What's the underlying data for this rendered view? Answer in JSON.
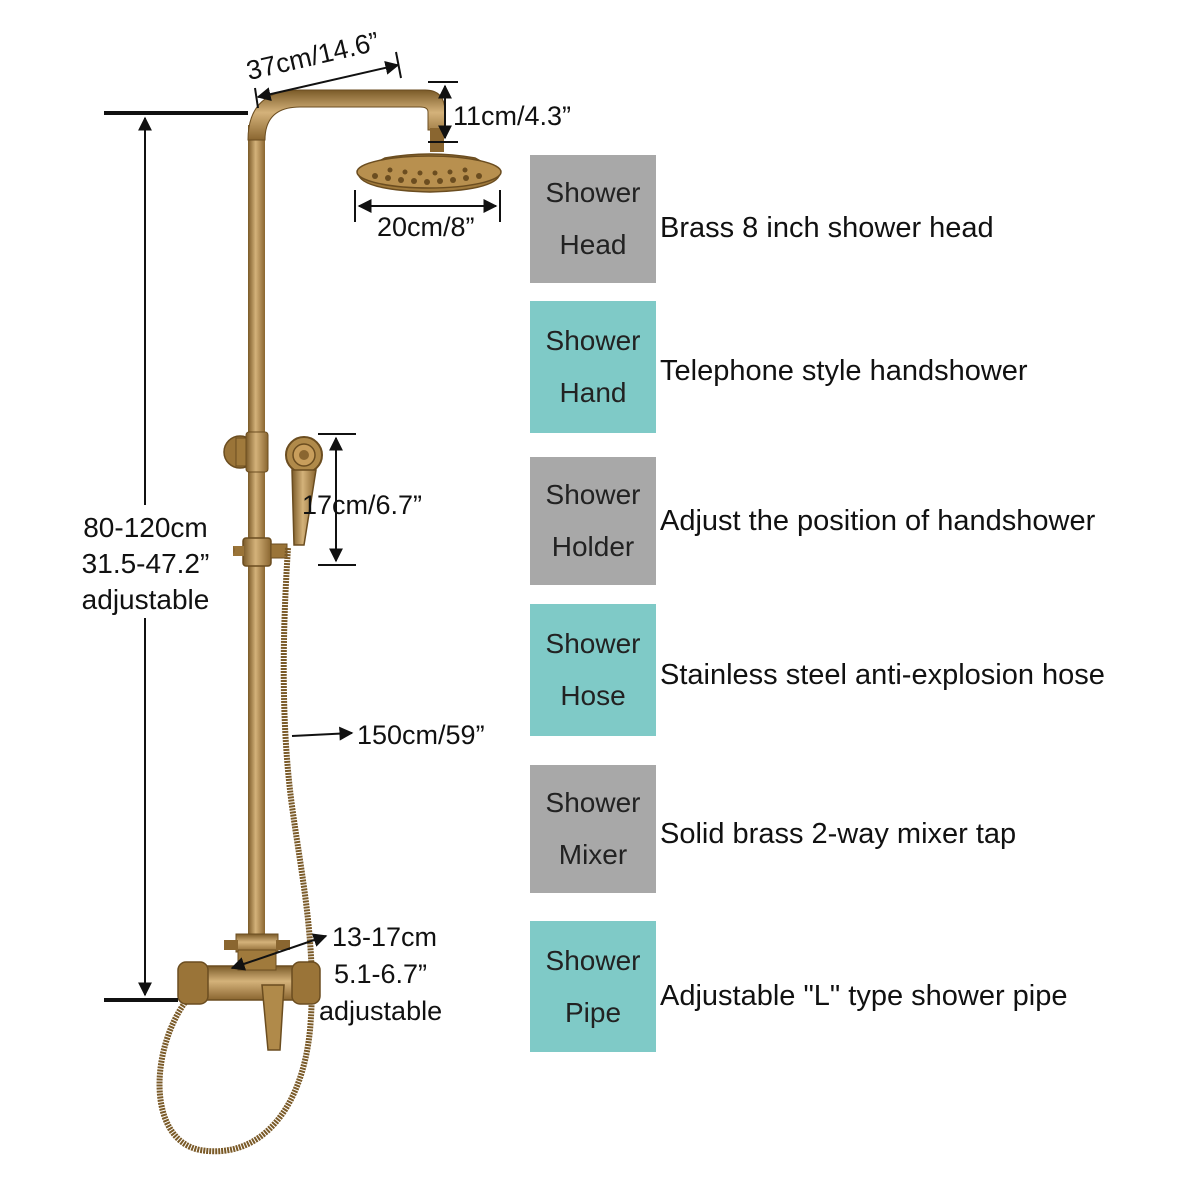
{
  "dimensions": {
    "arm_length": "37cm/14.6”",
    "head_drop": "11cm/4.3”",
    "head_diameter": "20cm/8”",
    "handshower_length": "17cm/6.7”",
    "hose_length": "150cm/59”",
    "height_line1": "80-120cm",
    "height_line2": "31.5-47.2”",
    "height_line3": "adjustable",
    "spacing_line1": "13-17cm",
    "spacing_line2": "5.1-6.7”",
    "spacing_line3": "adjustable"
  },
  "parts": [
    {
      "label_line1": "Shower",
      "label_line2": "Head",
      "description": "Brass 8 inch shower head",
      "color": "#a8a8a8"
    },
    {
      "label_line1": "Shower",
      "label_line2": "Hand",
      "description": "Telephone style handshower",
      "color": "#7fcac7"
    },
    {
      "label_line1": "Shower",
      "label_line2": "Holder",
      "description": "Adjust the position of handshower",
      "color": "#a8a8a8"
    },
    {
      "label_line1": "Shower",
      "label_line2": "Hose",
      "description": "Stainless steel anti-explosion hose",
      "color": "#7fcac7"
    },
    {
      "label_line1": "Shower",
      "label_line2": "Mixer",
      "description": "Solid brass 2-way mixer tap",
      "color": "#a8a8a8"
    },
    {
      "label_line1": "Shower",
      "label_line2": "Pipe",
      "description": "Adjustable \"L\" type shower pipe",
      "color": "#7fcac7"
    }
  ],
  "colors": {
    "brass": "#b08a4a",
    "brass_dark": "#7a5a28",
    "grey_box": "#a8a8a8",
    "teal_box": "#7fcac7"
  }
}
